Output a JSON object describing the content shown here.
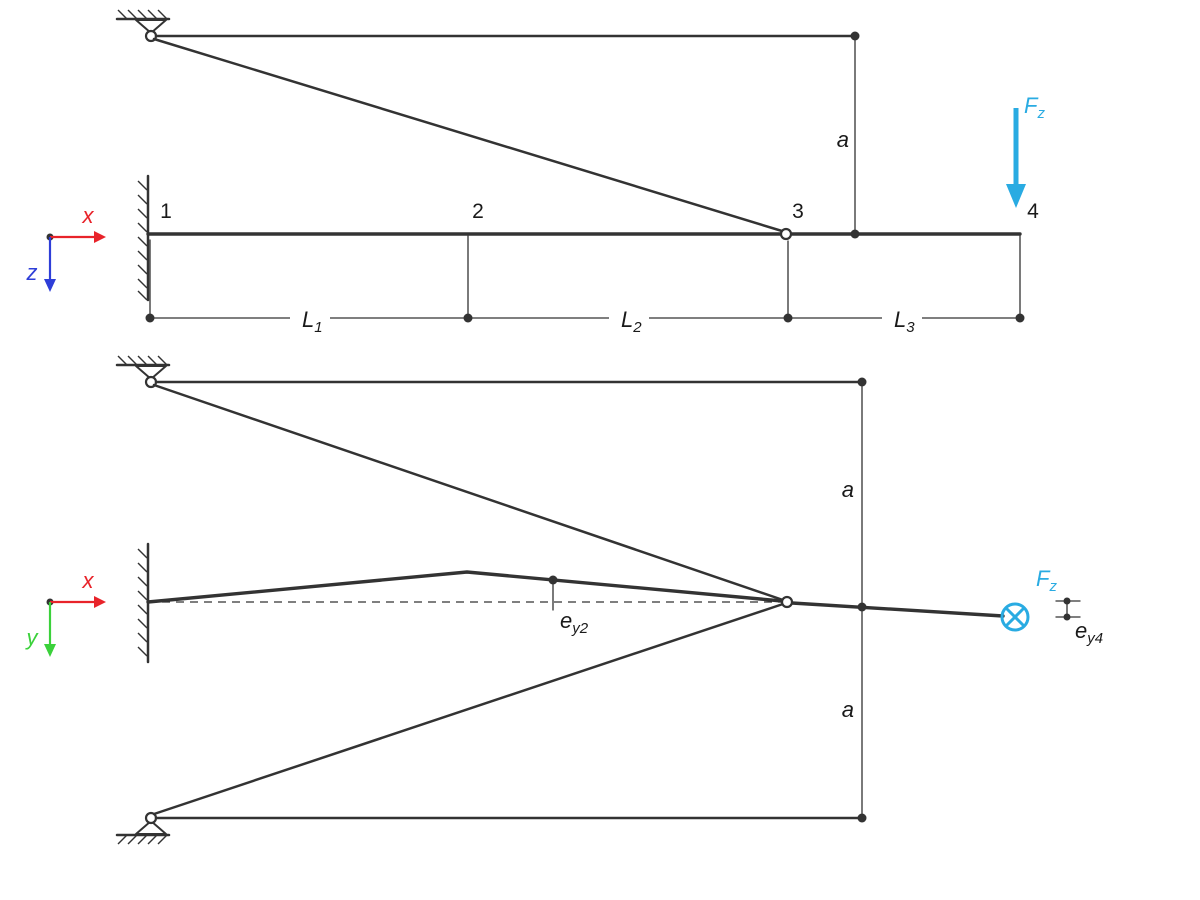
{
  "diagram": {
    "description": "Cantilever beam with tie rods, side view (x-z) and top view (x-y)",
    "colors": {
      "line": "#333333",
      "x_axis": "#e8232a",
      "z_axis": "#2e3ed8",
      "y_axis": "#3bd13b",
      "force": "#29abe2",
      "background": "#ffffff"
    },
    "top_view": {
      "node_labels": [
        "1",
        "2",
        "3",
        "4"
      ],
      "dim_a": "a",
      "dim_L1": {
        "main": "L",
        "sub": "1"
      },
      "dim_L2": {
        "main": "L",
        "sub": "2"
      },
      "dim_L3": {
        "main": "L",
        "sub": "3"
      },
      "force_label": {
        "main": "F",
        "sub": "z"
      },
      "axis_x": "x",
      "axis_z": "z"
    },
    "bottom_view": {
      "dim_a_upper": "a",
      "dim_a_lower": "a",
      "dim_ey2": {
        "main": "e",
        "sub": "y2"
      },
      "dim_ey4": {
        "main": "e",
        "sub": "y4"
      },
      "force_label": {
        "main": "F",
        "sub": "z"
      },
      "axis_x": "x",
      "axis_y": "y"
    }
  }
}
